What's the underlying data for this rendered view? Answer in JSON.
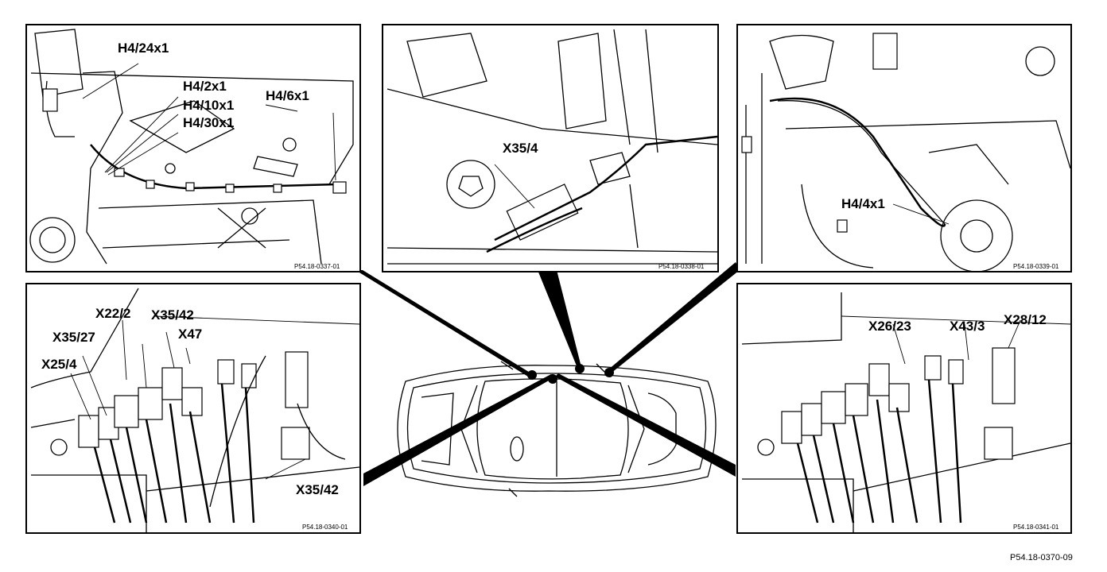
{
  "figure_ref": "P54.18-0370-09",
  "panels": {
    "top_left": {
      "ref": "P54.18-0337-01",
      "labels": [
        "H4/24x1",
        "H4/2x1",
        "H4/10x1",
        "H4/30x1",
        "H4/6x1"
      ]
    },
    "top_middle": {
      "ref": "P54.18-0338-01",
      "labels": [
        "X35/4"
      ]
    },
    "top_right": {
      "ref": "P54.18-0339-01",
      "labels": [
        "H4/4x1"
      ]
    },
    "bottom_left": {
      "ref": "P54.18-0340-01",
      "labels": [
        "X22/2",
        "X35/42",
        "X35/27",
        "X47",
        "X25/4",
        "X35/42"
      ]
    },
    "bottom_right": {
      "ref": "P54.18-0341-01",
      "labels": [
        "X26/23",
        "X43/3",
        "X28/12"
      ]
    }
  }
}
